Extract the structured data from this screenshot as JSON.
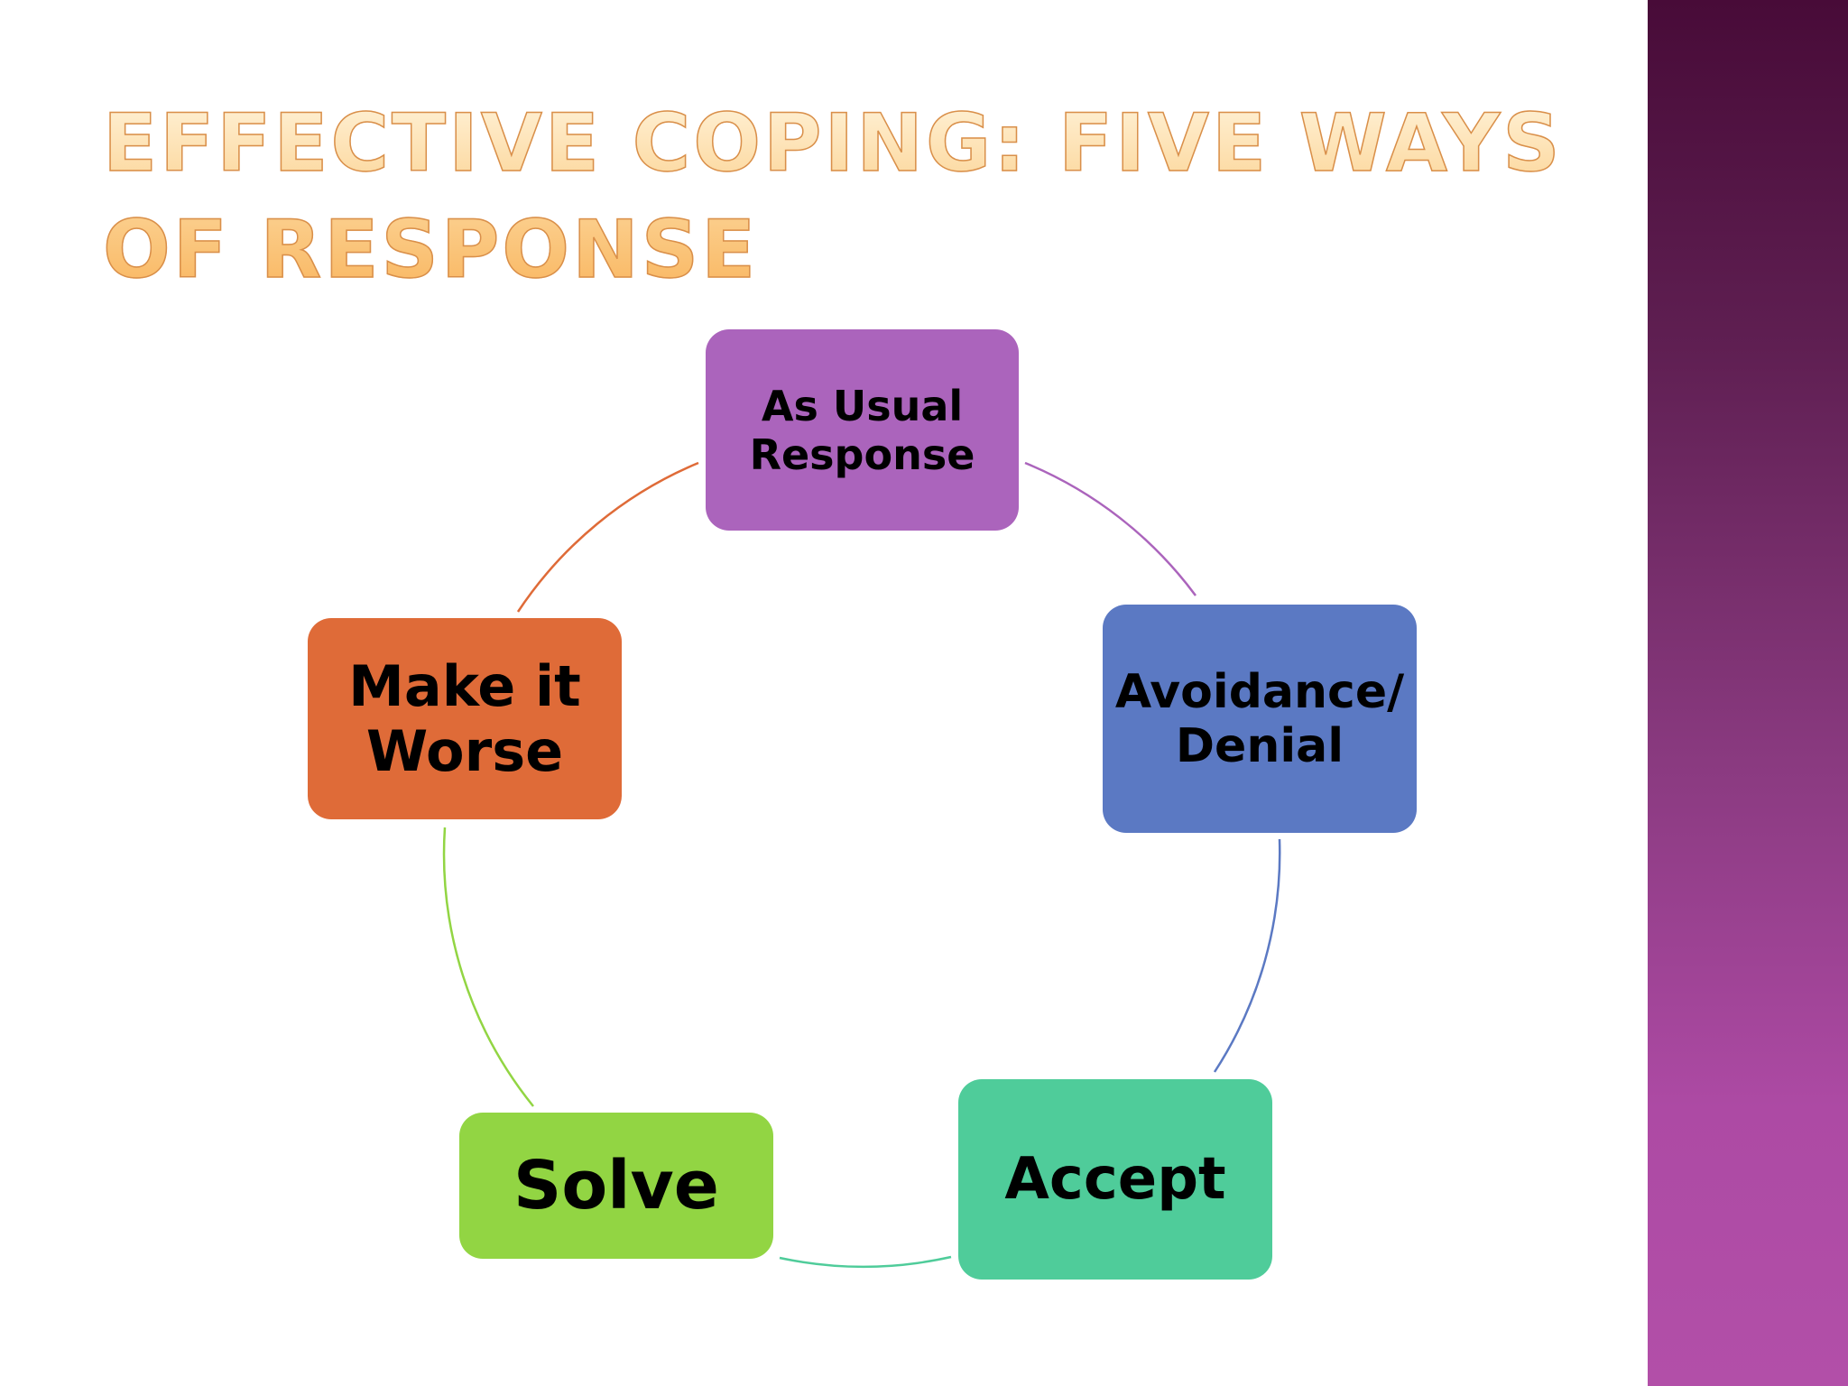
{
  "slide": {
    "title": "Effective Coping: Five Ways of Response",
    "colors": {
      "title_gradient_top": "#fff4dc",
      "title_gradient_bottom": "#f9b45c",
      "title_outline": "#d98f4a",
      "side_band_top": "#480b38",
      "side_band_bottom": "#b24fa8"
    }
  },
  "diagram": {
    "type": "cycle",
    "nodes": [
      {
        "id": "usual",
        "label": "As Usual Response",
        "color": "#ab64bc"
      },
      {
        "id": "avoid",
        "label": "Avoidance/ Denial",
        "color": "#5b79c3"
      },
      {
        "id": "accept",
        "label": "Accept",
        "color": "#4fcc9a"
      },
      {
        "id": "solve",
        "label": "Solve",
        "color": "#92d543"
      },
      {
        "id": "worse",
        "label": "Make it Worse",
        "color": "#df6b38"
      }
    ],
    "edges": [
      {
        "from": "usual",
        "to": "avoid",
        "color": "#ab64bc"
      },
      {
        "from": "avoid",
        "to": "accept",
        "color": "#5b79c3"
      },
      {
        "from": "accept",
        "to": "solve",
        "color": "#4fcc9a"
      },
      {
        "from": "solve",
        "to": "worse",
        "color": "#92d543"
      },
      {
        "from": "worse",
        "to": "usual",
        "color": "#df6b38"
      }
    ]
  }
}
